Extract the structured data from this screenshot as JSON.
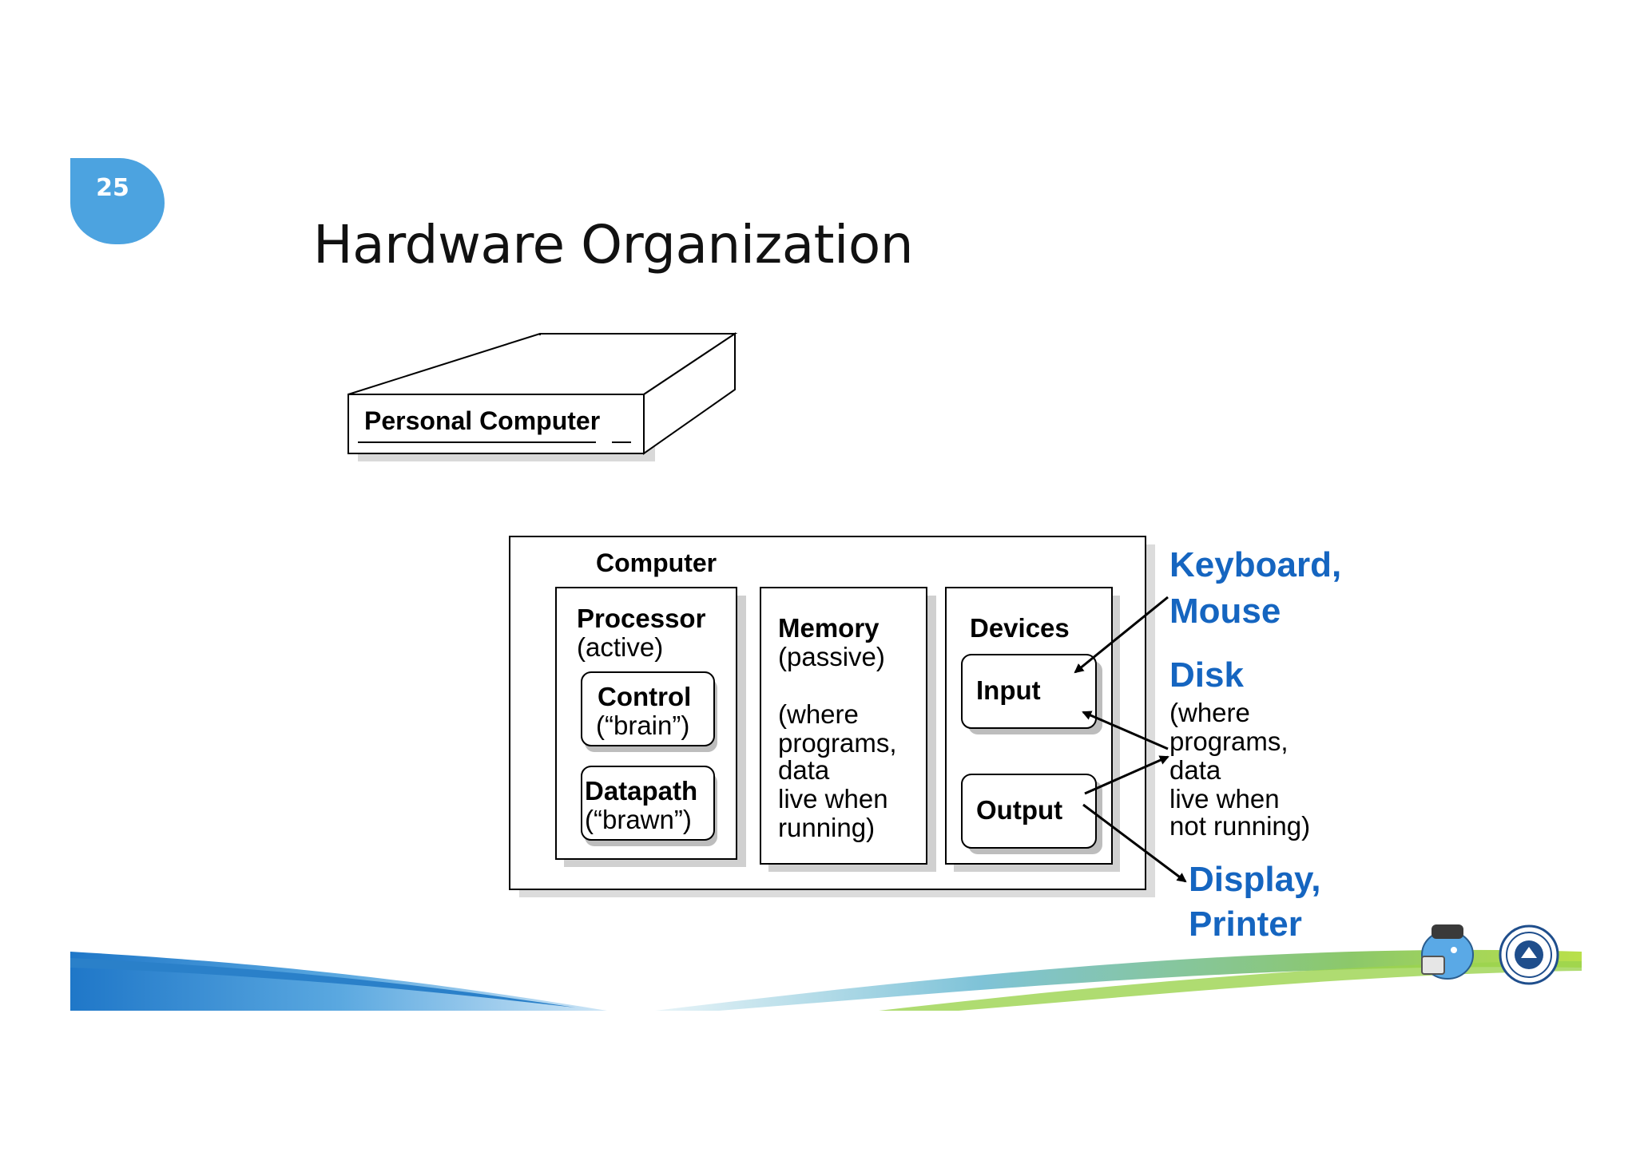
{
  "slide": {
    "number": "25",
    "title": "Hardware Organization"
  },
  "pc_label": "Personal Computer",
  "computer": {
    "label": "Computer",
    "processor": {
      "title": "Processor",
      "subtitle": "(active)",
      "control": {
        "title": "Control",
        "subtitle": "(“brain”)"
      },
      "datapath": {
        "title": "Datapath",
        "subtitle": "(“brawn”)"
      }
    },
    "memory": {
      "title": "Memory",
      "subtitle": "(passive)",
      "desc": [
        "(where",
        "programs,",
        "data",
        "live when",
        "running)"
      ]
    },
    "devices": {
      "title": "Devices",
      "input": "Input",
      "output": "Output"
    }
  },
  "external": {
    "keyboard": [
      "Keyboard,",
      "Mouse"
    ],
    "disk": {
      "title": "Disk",
      "desc": [
        "(where",
        "programs,",
        "data",
        "live when",
        "not running)"
      ]
    },
    "display": [
      "Display,",
      "Printer"
    ]
  },
  "colors": {
    "accent_blue": "#1565c0",
    "badge": "#4ca3e0"
  }
}
